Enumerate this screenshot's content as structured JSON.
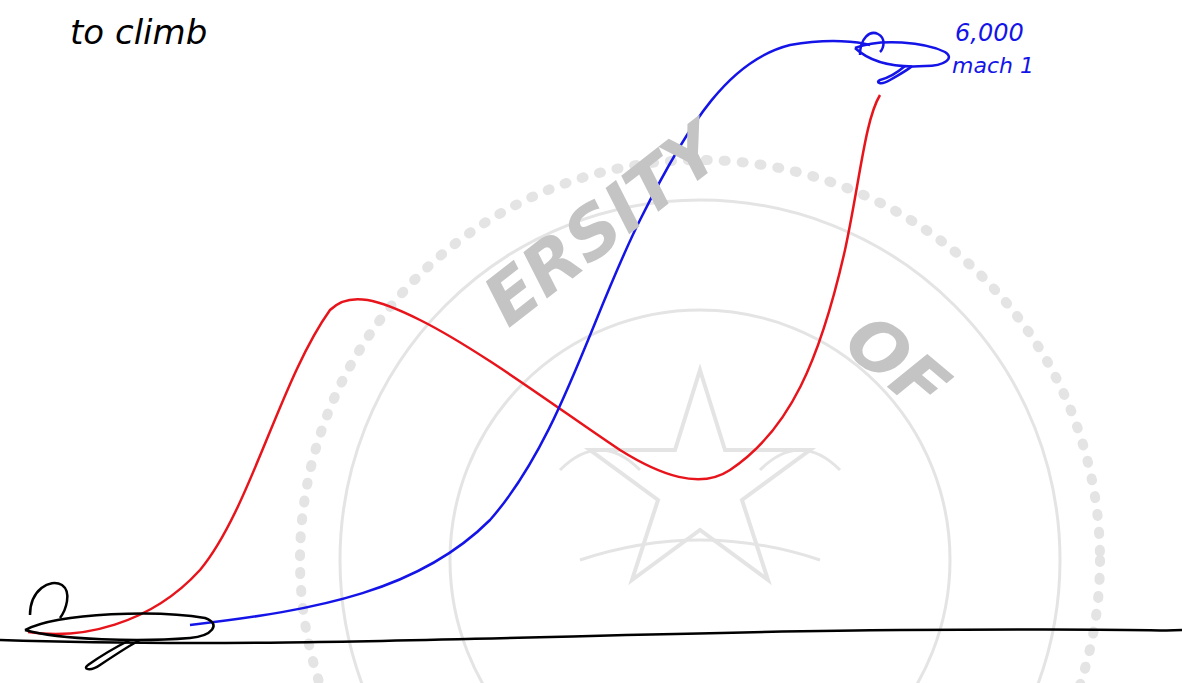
{
  "diagram": {
    "labels": [
      "to climb",
      "6,000",
      "mach 1",
      "ERSITY",
      "OF"
    ]
  }
}
